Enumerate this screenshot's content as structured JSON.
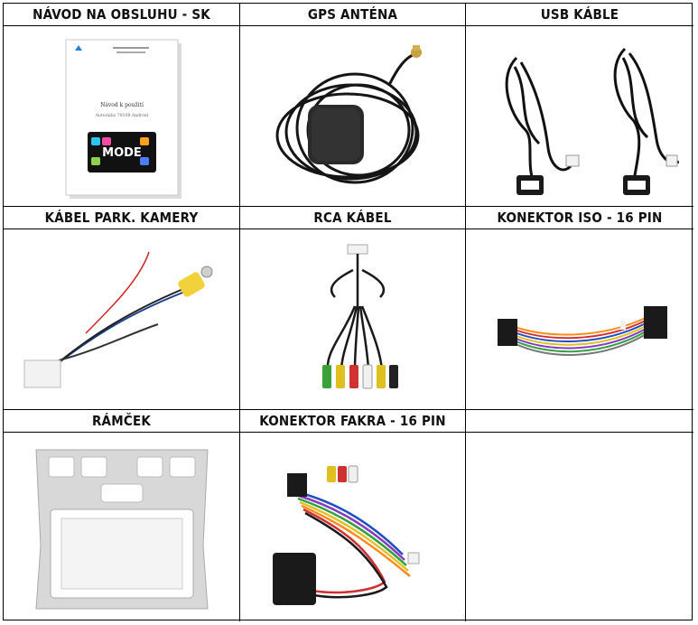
{
  "headers": {
    "manual": "NÁVOD NA OBSLUHU - SK",
    "gps": "GPS ANTÉNA",
    "usb": "USB KÁBLE",
    "camera": "KÁBEL PARK. KAMERY",
    "rca": "RCA KÁBEL",
    "iso": "KONEKTOR ISO - 16 PIN",
    "frame": "RÁMČEK",
    "fakra": "KONEKTOR FAKRA - 16 PIN",
    "empty": ""
  },
  "manual_doc": {
    "title": "Návod k použití",
    "subtitle": "Autorádio 7010B Android",
    "logo": "MODE"
  }
}
